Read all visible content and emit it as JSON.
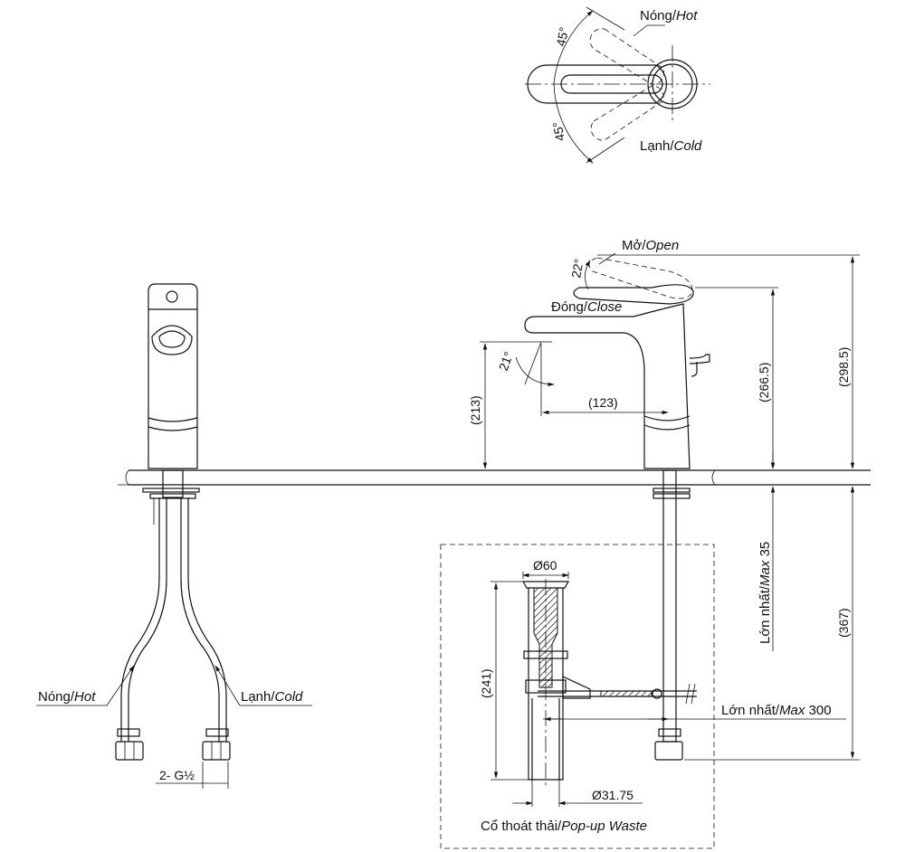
{
  "top_view": {
    "hot_label": "Nóng/",
    "hot_label_en": "Hot",
    "cold_label": "Lạnh/",
    "cold_label_en": "Cold",
    "angle_top": "45°",
    "angle_bottom": "45°"
  },
  "left_view": {
    "hot_label": "Nóng/",
    "hot_label_en": "Hot",
    "cold_label": "Lạnh/",
    "cold_label_en": "Cold",
    "thread": "2- G½"
  },
  "side_view": {
    "open_label": "Mở/",
    "open_label_en": "Open",
    "close_label": "Đóng/",
    "close_label_en": "Close",
    "lever_angle": "22°",
    "spout_angle": "21°",
    "spout_height": "(213)",
    "spout_reach": "(123)",
    "body_height": "(266.5)",
    "total_height": "(298.5)",
    "below_deck": "(367)",
    "deck_max_label": "Lớn nhất/",
    "deck_max_en": "Max",
    "deck_max_value": "35",
    "rod_max_label": "Lớn nhất/",
    "rod_max_en": "Max",
    "rod_max_value": "300"
  },
  "waste": {
    "top_diameter": "Ø60",
    "pipe_diameter": "Ø31.75",
    "length": "(241)",
    "label": "Cổ thoát thải/",
    "label_en": "Pop-up Waste"
  }
}
